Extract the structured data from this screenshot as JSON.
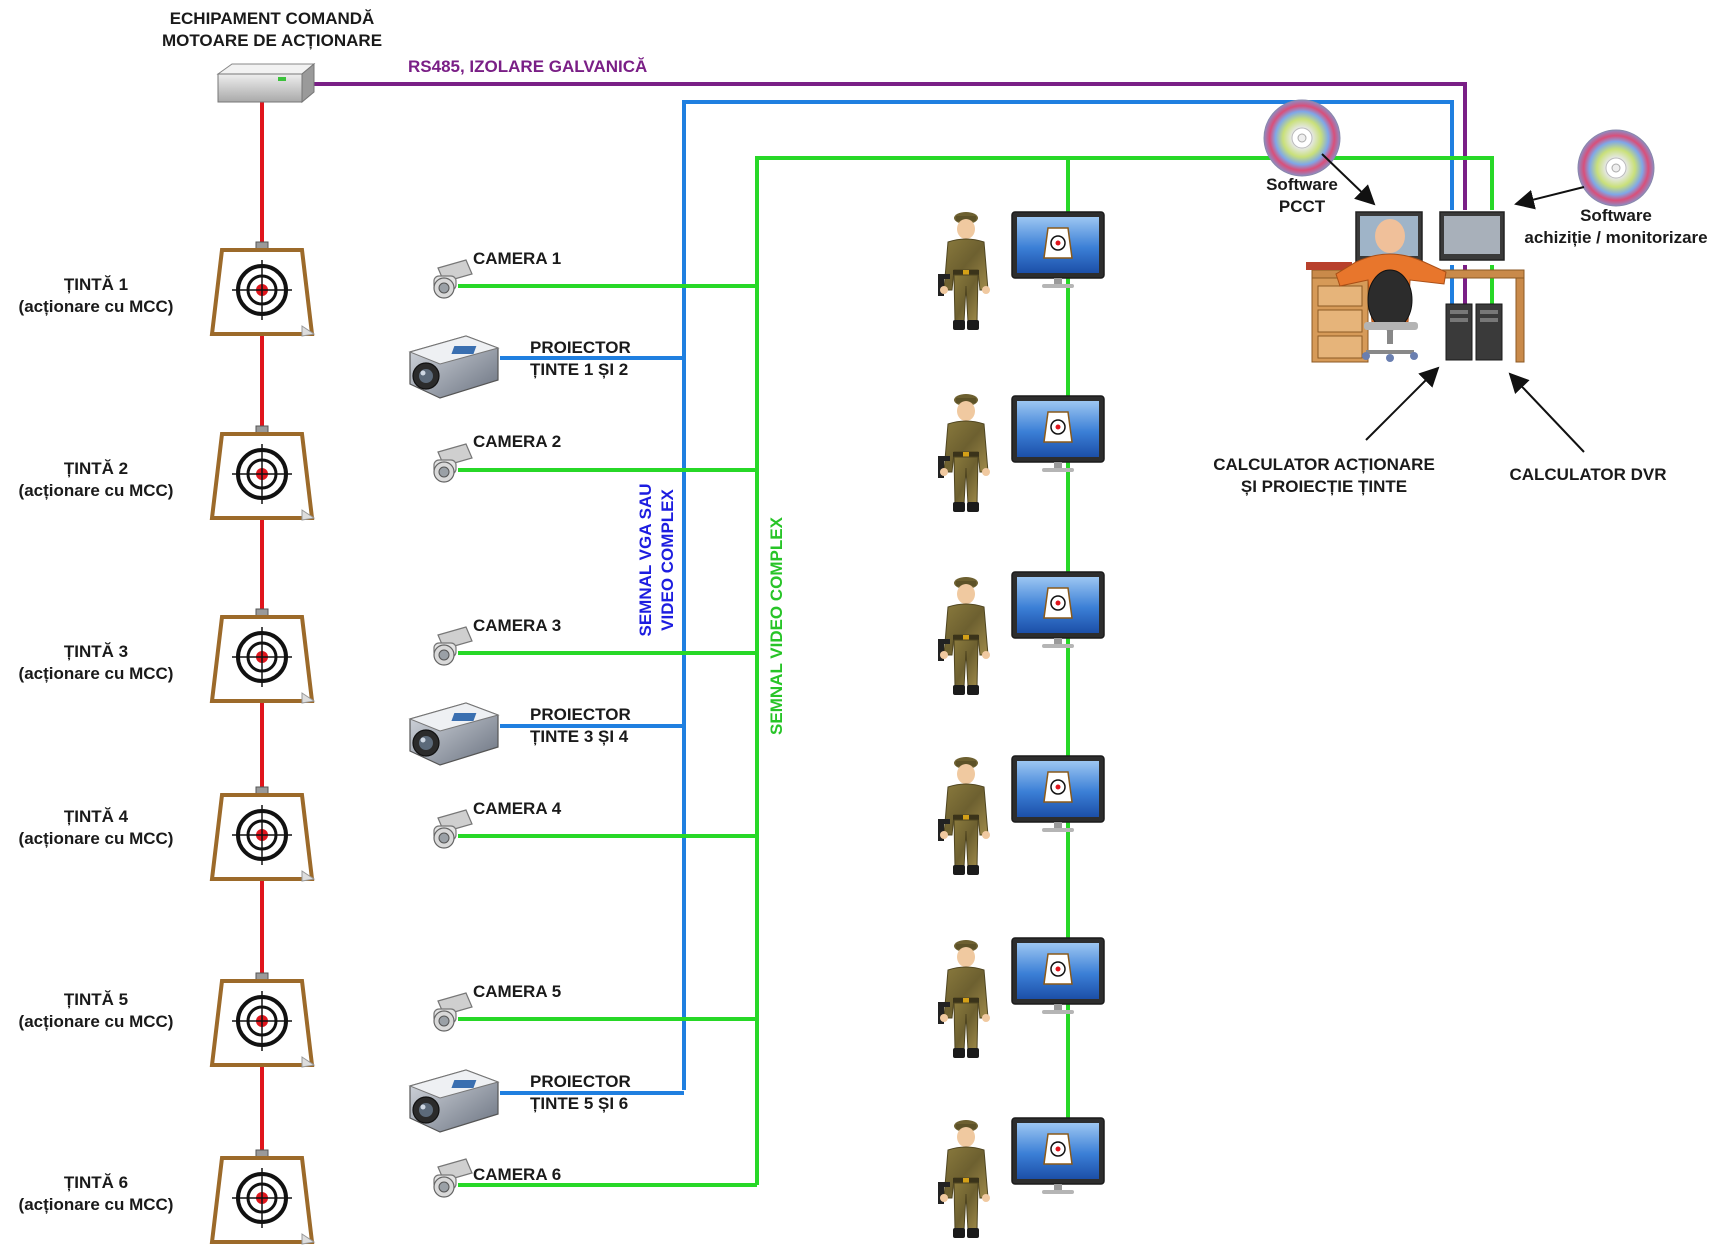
{
  "colors": {
    "rs485": "#7a1f86",
    "vga": "#1f7fe0",
    "video": "#27d827",
    "motor": "#e0151c",
    "vertical_vga_label": "#1d1de0",
    "vertical_video_label": "#27c427"
  },
  "control_equipment": {
    "line1": "ECHIPAMENT COMANDĂ",
    "line2": "MOTOARE DE ACȚIONARE",
    "icon": "control-box-icon"
  },
  "rs485_label": "RS485, IZOLARE GALVANICĂ",
  "vga_label": {
    "line1": "SEMNAL VGA SAU",
    "line2": "VIDEO COMPLEX"
  },
  "video_label": "SEMNAL VIDEO COMPLEX",
  "targets": [
    {
      "name": "ȚINTĂ 1",
      "sub": "(acționare cu MCC)"
    },
    {
      "name": "ȚINTĂ 2",
      "sub": "(acționare cu MCC)"
    },
    {
      "name": "ȚINTĂ 3",
      "sub": "(acționare cu MCC)"
    },
    {
      "name": "ȚINTĂ 4",
      "sub": "(acționare cu MCC)"
    },
    {
      "name": "ȚINTĂ 5",
      "sub": "(acționare cu MCC)"
    },
    {
      "name": "ȚINTĂ 6",
      "sub": "(acționare cu MCC)"
    }
  ],
  "cameras": [
    "CAMERA 1",
    "CAMERA 2",
    "CAMERA 3",
    "CAMERA 4",
    "CAMERA 5",
    "CAMERA 6"
  ],
  "projectors": [
    {
      "line1": "PROIECTOR",
      "line2": "ȚINTE 1 ȘI 2"
    },
    {
      "line1": "PROIECTOR",
      "line2": "ȚINTE 3 ȘI 4"
    },
    {
      "line1": "PROIECTOR",
      "line2": "ȚINTE 5 ȘI 6"
    }
  ],
  "software_pcct": {
    "line1": "Software",
    "line2": "PCCT",
    "icon": "cd-disc-icon"
  },
  "software_acq": {
    "line1": "Software",
    "line2": "achiziție / monitorizare",
    "icon": "cd-disc-icon"
  },
  "calc_actionare": {
    "line1": "CALCULATOR ACȚIONARE",
    "line2": "ȘI PROIECȚIE ȚINTE"
  },
  "calc_dvr": "CALCULATOR DVR",
  "icons": {
    "target": "target-easel-icon",
    "camera": "camera-icon",
    "projector": "projector-icon",
    "soldier": "soldier-icon",
    "monitor": "monitor-icon",
    "workstation": "operator-workstation-icon"
  }
}
